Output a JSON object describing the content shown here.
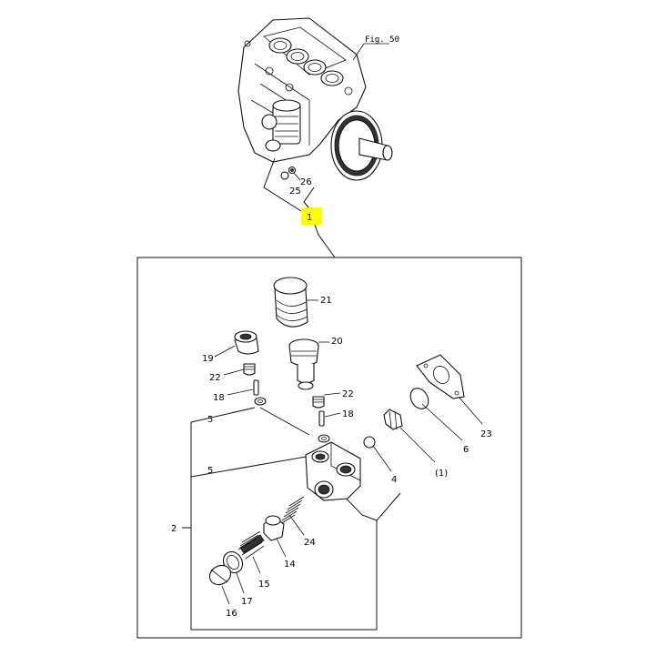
{
  "figure_ref": "Fig. 50",
  "highlight_color": "#ffff00",
  "callouts": {
    "p1": "1",
    "p2": "2",
    "p4": "4",
    "p5a": "5",
    "p5b": "5",
    "p6": "6",
    "p1b": "(1)",
    "p14": "14",
    "p15": "15",
    "p16": "16",
    "p17": "17",
    "p18a": "18",
    "p18b": "18",
    "p19": "19",
    "p20": "20",
    "p21": "21",
    "p22a": "22",
    "p22b": "22",
    "p23": "23",
    "p24": "24",
    "p25": "25",
    "p26": "26"
  }
}
